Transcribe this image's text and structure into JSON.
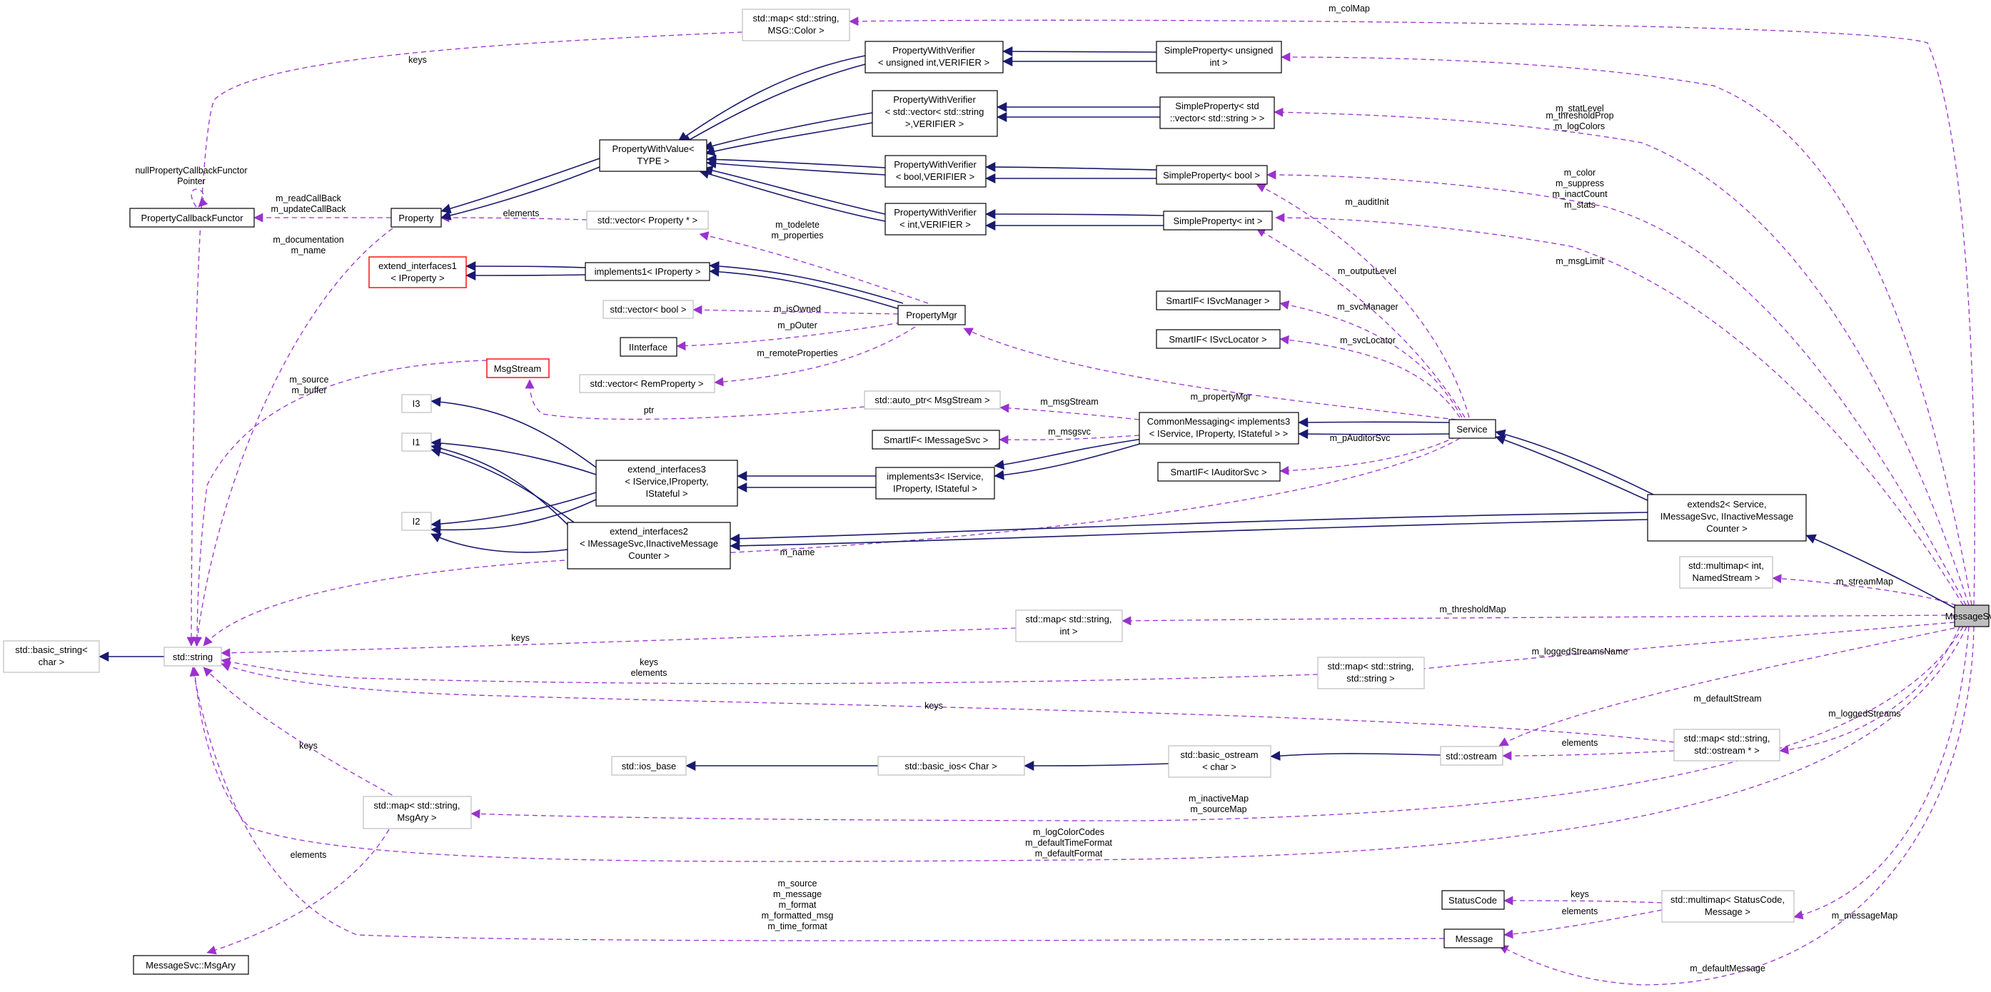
{
  "diagram": {
    "nodes": {
      "MessageSvc": [
        "MessageSvc"
      ],
      "extends2": [
        "extends2< Service,",
        "IMessageSvc, IInactiveMessage",
        "Counter >"
      ],
      "Service": [
        "Service"
      ],
      "CommonMessaging": [
        "CommonMessaging< implements3",
        "< IService, IProperty, IStateful > >"
      ],
      "implements3": [
        "implements3< IService,",
        "IProperty, IStateful >"
      ],
      "extend_interfaces3": [
        "extend_interfaces3",
        "< IService,IProperty,",
        "IStateful >"
      ],
      "extend_interfaces2": [
        "extend_interfaces2",
        "< IMessageSvc,IInactiveMessage",
        "Counter >"
      ],
      "I3": [
        "I3"
      ],
      "I1": [
        "I1"
      ],
      "I2": [
        "I2"
      ],
      "IInterface": [
        "IInterface"
      ],
      "PropertyMgr": [
        "PropertyMgr"
      ],
      "implements1": [
        "implements1< IProperty >"
      ],
      "extend_interfaces1": [
        "extend_interfaces1",
        "< IProperty >"
      ],
      "Property": [
        "Property"
      ],
      "PropertyCallbackFunctor": [
        "PropertyCallbackFunctor"
      ],
      "PropertyWithValueType": [
        "PropertyWithValue<",
        "TYPE >"
      ],
      "PWV_uint": [
        "PropertyWithVerifier",
        "< unsigned int,VERIFIER >"
      ],
      "PWV_vec": [
        "PropertyWithVerifier",
        "< std::vector< std::string",
        ">,VERIFIER >"
      ],
      "PWV_bool": [
        "PropertyWithVerifier",
        "< bool,VERIFIER >"
      ],
      "PWV_int": [
        "PropertyWithVerifier",
        "< int,VERIFIER >"
      ],
      "SP_uint": [
        "SimpleProperty< unsigned",
        "int >"
      ],
      "SP_vec": [
        "SimpleProperty< std",
        "::vector< std::string > >"
      ],
      "SP_bool": [
        "SimpleProperty< bool >"
      ],
      "SP_int": [
        "SimpleProperty< int >"
      ],
      "SmartIF_ISvcManager": [
        "SmartIF< ISvcManager >"
      ],
      "SmartIF_ISvcLocator": [
        "SmartIF< ISvcLocator >"
      ],
      "SmartIF_IMessageSvc": [
        "SmartIF< IMessageSvc >"
      ],
      "SmartIF_IAuditorSvc": [
        "SmartIF< IAuditorSvc >"
      ],
      "auto_ptr_MsgStream": [
        "std::auto_ptr< MsgStream >"
      ],
      "MsgStream": [
        "MsgStream"
      ],
      "map_string_MSGColor": [
        "std::map< std::string,",
        "MSG::Color >"
      ],
      "vector_Property": [
        "std::vector< Property * >"
      ],
      "vector_bool": [
        "std::vector< bool >"
      ],
      "vector_RemProperty": [
        "std::vector< RemProperty >"
      ],
      "std_string": [
        "std::string"
      ],
      "basic_string": [
        "std::basic_string<",
        "char >"
      ],
      "map_string_int": [
        "std::map< std::string,",
        "int >"
      ],
      "map_string_string": [
        "std::map< std::string,",
        "std::string >"
      ],
      "map_string_ostream": [
        "std::map< std::string,",
        "std::ostream * >"
      ],
      "multimap_int_NamedStream": [
        "std::multimap< int,",
        "NamedStream >"
      ],
      "std_ostream": [
        "std::ostream"
      ],
      "basic_ostream": [
        "std::basic_ostream",
        "< char >"
      ],
      "basic_ios": [
        "std::basic_ios< Char >"
      ],
      "ios_base": [
        "std::ios_base"
      ],
      "map_string_MsgAry": [
        "std::map< std::string,",
        "MsgAry >"
      ],
      "MsgAry": [
        "MessageSvc::MsgAry"
      ],
      "StatusCode": [
        "StatusCode"
      ],
      "Message": [
        "Message"
      ],
      "multimap_StatusCode_Message": [
        "std::multimap< StatusCode,",
        "Message >"
      ]
    },
    "edge_labels": {
      "m_colMap": [
        "m_colMap"
      ],
      "keys_colmap": [
        "keys"
      ],
      "m_statLevel": [
        "m_statLevel"
      ],
      "m_thresholdProp": [
        "m_thresholdProp",
        "m_logColors"
      ],
      "m_color": [
        "m_color",
        "m_suppress",
        "m_inactCount",
        "m_stats"
      ],
      "m_msgLimit": [
        "m_msgLimit"
      ],
      "m_auditInit": [
        "m_auditInit"
      ],
      "m_outputLevel": [
        "m_outputLevel"
      ],
      "m_svcManager": [
        "m_svcManager"
      ],
      "m_svcLocator": [
        "m_svcLocator"
      ],
      "m_propertyMgr": [
        "m_propertyMgr"
      ],
      "m_msgStream": [
        "m_msgStream"
      ],
      "m_msgsvc": [
        "m_msgsvc"
      ],
      "m_pAuditorSvc": [
        "m_pAuditorSvc"
      ],
      "ptr": [
        "ptr"
      ],
      "m_todelete": [
        "m_todelete",
        "m_properties"
      ],
      "m_isOwned": [
        "m_isOwned"
      ],
      "m_pOuter": [
        "m_pOuter"
      ],
      "m_remoteProperties": [
        "m_remoteProperties"
      ],
      "elements_prop": [
        "elements"
      ],
      "m_readCallBack": [
        "m_readCallBack",
        "m_updateCallBack"
      ],
      "nullProperty": [
        "nullPropertyCallbackFunctor",
        "Pointer"
      ],
      "m_documentation": [
        "m_documentation",
        "m_name"
      ],
      "m_source_buffer": [
        "m_source",
        "m_buffer"
      ],
      "m_name": [
        "m_name"
      ],
      "m_streamMap": [
        "m_streamMap"
      ],
      "m_thresholdMap": [
        "m_thresholdMap"
      ],
      "keys_int": [
        "keys"
      ],
      "m_loggedStreamsName": [
        "m_loggedStreamsName"
      ],
      "keys_elements": [
        "keys",
        "elements"
      ],
      "m_defaultStream": [
        "m_defaultStream"
      ],
      "keys_ostream": [
        "keys"
      ],
      "elements_ostream": [
        "elements"
      ],
      "m_loggedStreams": [
        "m_loggedStreams"
      ],
      "m_inactiveMap": [
        "m_inactiveMap",
        "m_sourceMap"
      ],
      "keys_msgary": [
        "keys"
      ],
      "elements_msgary": [
        "elements"
      ],
      "m_logColorCodes": [
        "m_logColorCodes",
        "m_defaultTimeFormat",
        "m_defaultFormat"
      ],
      "m_source_msg": [
        "m_source",
        "m_message",
        "m_format",
        "m_formatted_msg",
        "m_time_format"
      ],
      "keys_status": [
        "keys"
      ],
      "elements_status": [
        "elements"
      ],
      "m_messageMap": [
        "m_messageMap"
      ],
      "m_defaultMessage": [
        "m_defaultMessage"
      ]
    },
    "colors": {
      "inheritance": "#191970",
      "usage": "#9a32cd",
      "focus_fill": "#bfbfbf",
      "gray_border": "#bfbfbf",
      "red_border": "#ff0000"
    }
  }
}
